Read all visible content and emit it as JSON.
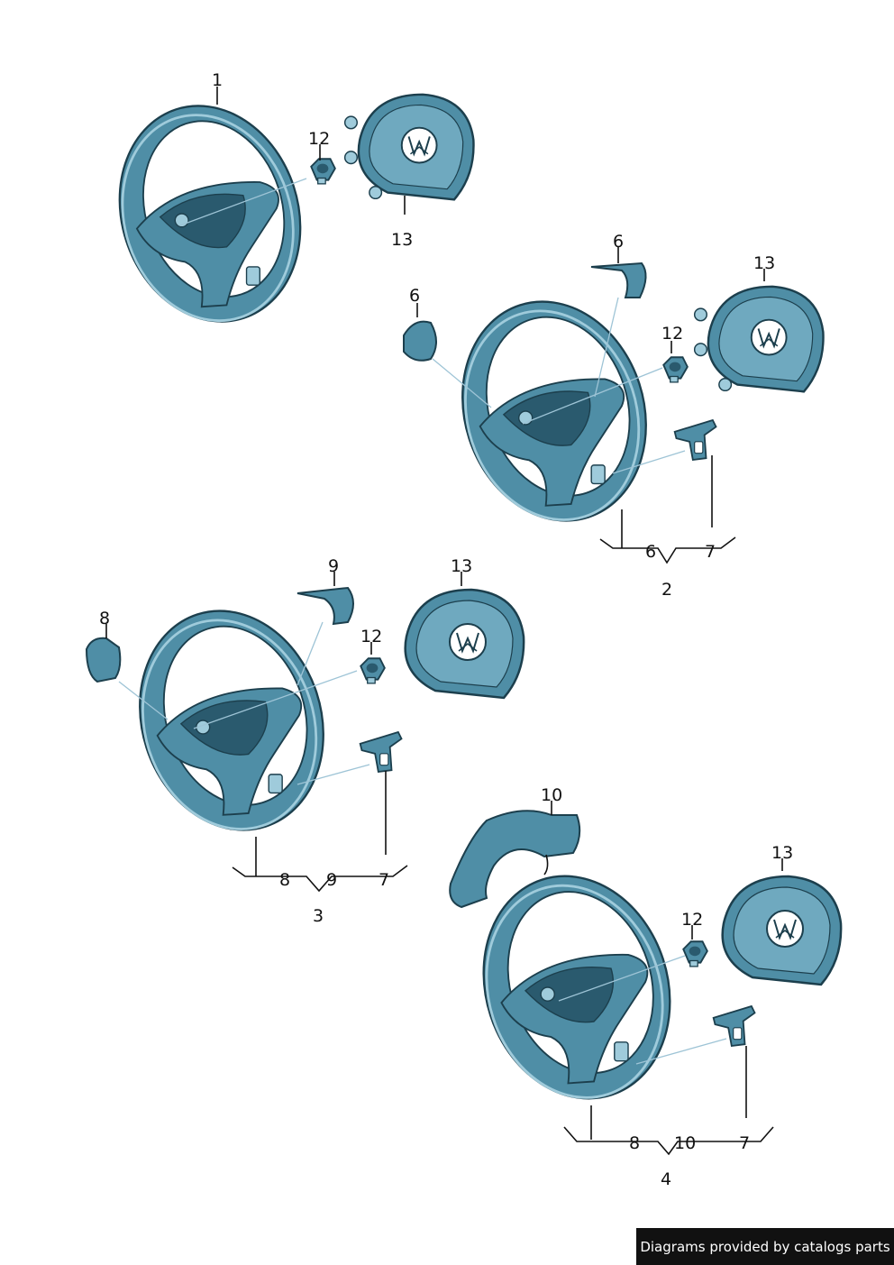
{
  "colors": {
    "part_fill": "#4f8ea6",
    "part_dark": "#2a5a6e",
    "part_light": "#9fcbdb",
    "outline": "#1c3f4d"
  },
  "labels": {
    "group1": {
      "wheel": "1",
      "screw": "12",
      "airbag": "13"
    },
    "group2": {
      "trim_left": "6",
      "trim_top": "6",
      "screw": "12",
      "airbag": "13",
      "bracket_6": "6",
      "bracket_7": "7",
      "assembly": "2"
    },
    "group3": {
      "switch": "8",
      "trim": "9",
      "screw": "12",
      "airbag": "13",
      "bracket_8": "8",
      "bracket_9": "9",
      "bracket_7": "7",
      "assembly": "3"
    },
    "group4": {
      "harness": "10",
      "screw": "12",
      "airbag": "13",
      "bracket_8": "8",
      "bracket_10": "10",
      "bracket_7": "7",
      "assembly": "4"
    }
  },
  "footer": {
    "credit": "Diagrams provided by catalogs parts"
  }
}
